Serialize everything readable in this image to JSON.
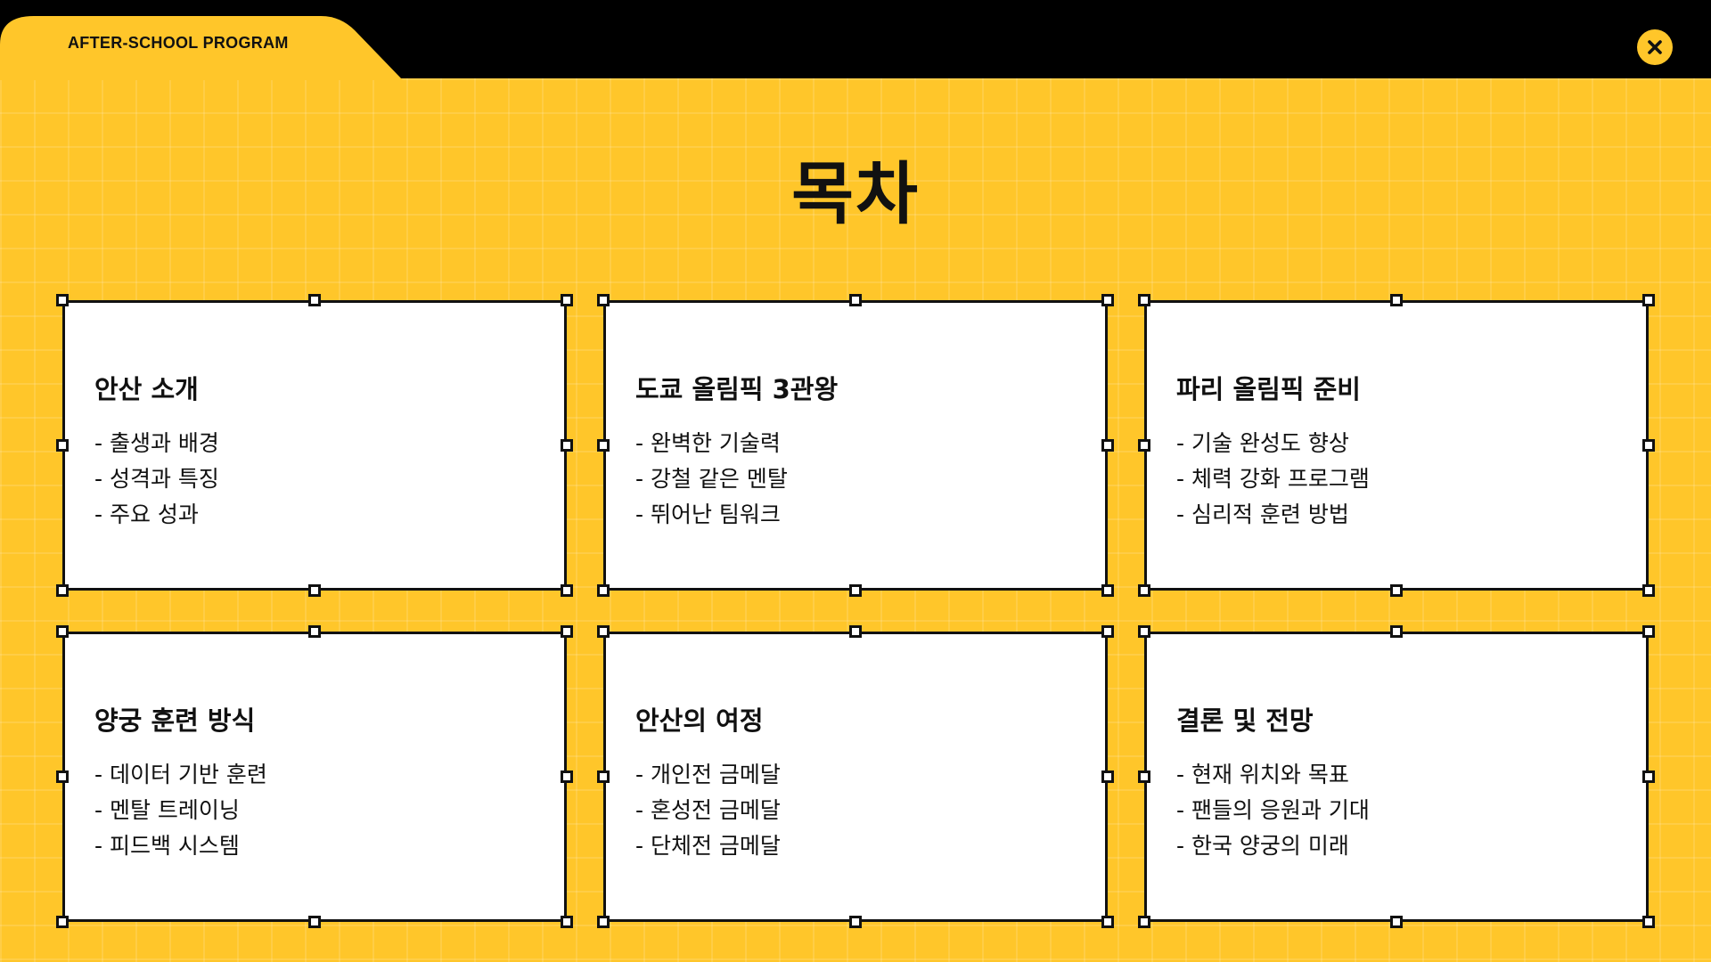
{
  "header": {
    "label": "AFTER-SCHOOL PROGRAM",
    "close_icon": "close-icon"
  },
  "colors": {
    "background": "#FFC62A",
    "bar": "#000000",
    "card": "#FFFFFF",
    "ink": "#111111"
  },
  "title": "목차",
  "cards": [
    {
      "title": "안산 소개",
      "items": [
        "- 출생과 배경",
        "- 성격과 특징",
        "- 주요 성과"
      ]
    },
    {
      "title": "도쿄 올림픽 3관왕",
      "items": [
        "- 완벽한 기술력",
        "- 강철 같은 멘탈",
        "- 뛰어난 팀워크"
      ]
    },
    {
      "title": "파리 올림픽 준비",
      "items": [
        "- 기술 완성도 향상",
        "- 체력 강화 프로그램",
        "- 심리적 훈련 방법"
      ]
    },
    {
      "title": "양궁 훈련 방식",
      "items": [
        "- 데이터 기반 훈련",
        "- 멘탈 트레이닝",
        "- 피드백 시스템"
      ]
    },
    {
      "title": "안산의 여정",
      "items": [
        "- 개인전 금메달",
        "- 혼성전 금메달",
        "- 단체전 금메달"
      ]
    },
    {
      "title": "결론 및 전망",
      "items": [
        "- 현재 위치와 목표",
        "- 팬들의 응원과 기대",
        "- 한국 양궁의 미래"
      ]
    }
  ]
}
